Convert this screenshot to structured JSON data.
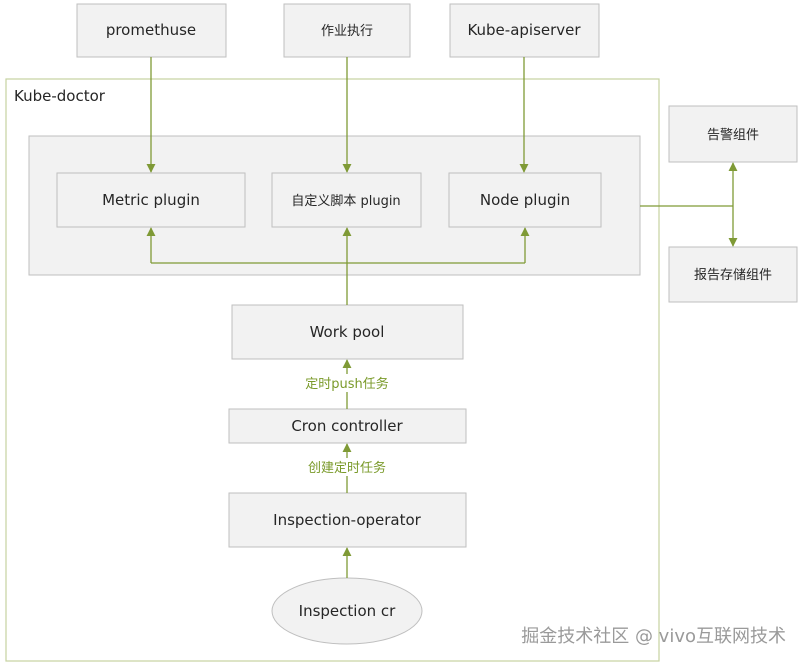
{
  "colors": {
    "line": "#7f9a36",
    "box_fill": "#f2f2f2",
    "box_stroke": "#bfbfbf",
    "frame": "#c6d3a0",
    "edge_label": "#7a9a2a"
  },
  "top_sources": {
    "promethuse": "promethuse",
    "job_exec": "作业执行",
    "apiserver": "Kube-apiserver"
  },
  "frame_title": "Kube-doctor",
  "plugins": {
    "metric": "Metric plugin",
    "custom_script": "自定义脚本 plugin",
    "node": "Node plugin"
  },
  "side": {
    "alert": "告警组件",
    "report_storage": "报告存储组件"
  },
  "pipeline": {
    "work_pool": "Work pool",
    "cron_controller": "Cron controller",
    "operator": "Inspection-operator",
    "cr": "Inspection cr"
  },
  "edge_labels": {
    "push_task": "定时push任务",
    "create_task": "创建定时任务"
  },
  "watermark": "掘金技术社区 @ vivo互联网技术"
}
